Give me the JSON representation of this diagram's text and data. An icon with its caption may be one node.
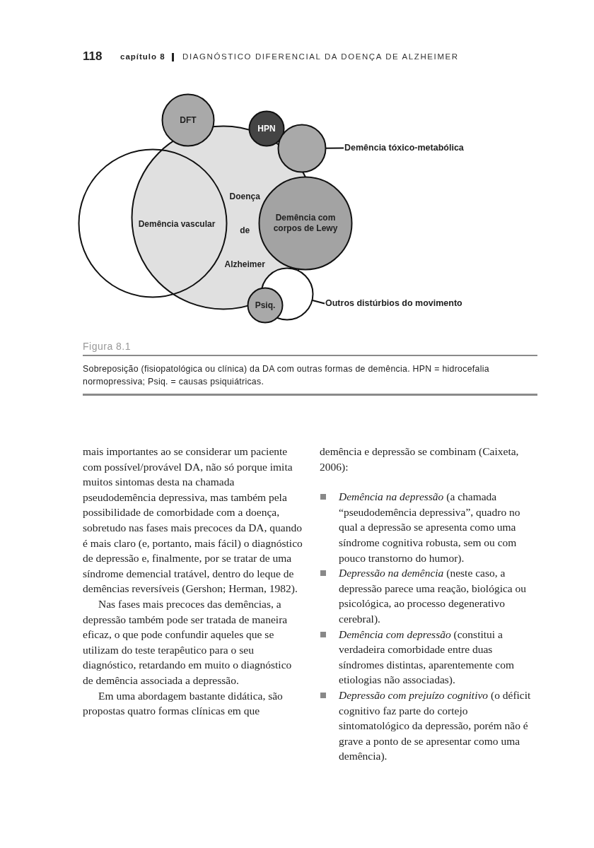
{
  "diagram": {
    "caption": "Sobreposição (fisiopatológica ou clínica) da DA com outras formas de demência. HPN = hidrocefalia normopressiva; Psiq. = causas psiquiátricas.",
    "nodes": [
      {
        "text": [
          "DFT"
        ]
      },
      {
        "text": [
          "HPN"
        ]
      },
      {
        "text": [],
        "shape": "circle"
      },
      {
        "text": [
          "Demência tóxico-metabólica"
        ]
      },
      {
        "text": [
          "Demência vascular"
        ]
      },
      {
        "text": [
          "Doença de Alzheimer"
        ]
      },
      {
        "text": [
          "Demência com corpos de Lewy"
        ]
      },
      {
        "text": [],
        "shape": "circle"
      },
      {
        "text": [
          "Outros distúrbios do movimento"
        ]
      },
      {
        "text": [
          "Psiq."
        ]
      }
    ],
    "edges": [
      {
        "from": 3,
        "to": 2,
        "arrow": "none"
      },
      {
        "from": 8,
        "to": 7,
        "arrow": "none"
      }
    ],
    "labels": [
      "118",
      "capítulo 8",
      "DIAGNÓSTICO DIFERENCIAL DA DOENÇA DE ALZHEIMER",
      "Figura 8.1",
      "mais importantes ao se considerar um paciente com possível/provável DA, não só porque imita muitos sintomas desta na chamada pseudodemência depressiva, mas também pela possibilidade de comorbidade com a doença, sobretudo nas fases mais precoces da DA, quando é mais claro (e, portanto, mais fácil) o diagnóstico de depressão e, finalmente, por se tratar de uma síndrome demencial tratável, dentro do leque de demências reversíveis (Gershon; Herman, 1982).",
      "Nas fases mais precoces das demências, a depressão também pode ser tratada de maneira eficaz, o que pode confundir aqueles que se utilizam do teste terapêutico para o seu diagnóstico, retardando em muito o diagnóstico de demência associada a depressão.",
      "Em uma abordagem bastante didática, são propostas quatro formas clínicas em que",
      "demência e depressão se combinam (Caixeta, 2006):",
      "*Demência na depressão* (a chamada “pseudodemência depressiva”, quadro no qual a depressão se apresenta como uma síndrome cognitiva robusta, sem ou com pouco transtorno do humor).",
      "*Depressão na demência* (neste caso, a depressão parece uma reação, biológica ou psicológica, ao processo degenerativo cerebral).",
      "*Demência com depressão* (constitui a verdadeira comorbidade entre duas síndromes distintas, aparentemente com etiologias não associadas).",
      "*Depressão com prejuízo cognitivo* (o déficit cognitivo faz parte do cortejo sintomatológico da depressão, porém não é grave a ponto de se apresentar como uma demência)."
    ]
  }
}
